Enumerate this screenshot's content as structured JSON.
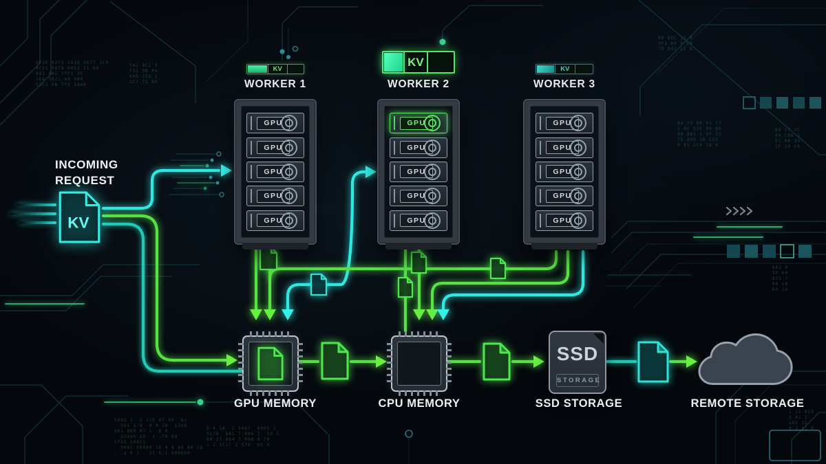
{
  "incoming_request": {
    "line1": "INCOMING",
    "line2": "REQUEST",
    "doc_label": "KV"
  },
  "workers": [
    {
      "name": "WORKER 1",
      "kv_meter": {
        "label": "KV",
        "fill_pct": 36,
        "style": "small-green"
      },
      "gpus": [
        {
          "label": "GPU",
          "highlighted": false
        },
        {
          "label": "GPU",
          "highlighted": false
        },
        {
          "label": "GPU",
          "highlighted": false
        },
        {
          "label": "GPU",
          "highlighted": false
        },
        {
          "label": "GPU",
          "highlighted": false
        }
      ]
    },
    {
      "name": "WORKER 2",
      "kv_meter": {
        "label": "KV",
        "fill_pct": 28,
        "style": "large-green"
      },
      "gpus": [
        {
          "label": "GPU",
          "highlighted": true
        },
        {
          "label": "GPU",
          "highlighted": false
        },
        {
          "label": "GPU",
          "highlighted": false
        },
        {
          "label": "GPU",
          "highlighted": false
        },
        {
          "label": "GPU",
          "highlighted": false
        }
      ]
    },
    {
      "name": "WORKER 3",
      "kv_meter": {
        "label": "KV",
        "fill_pct": 33,
        "style": "small-teal"
      },
      "gpus": [
        {
          "label": "GPU",
          "highlighted": false
        },
        {
          "label": "GPU",
          "highlighted": false
        },
        {
          "label": "GPU",
          "highlighted": false
        },
        {
          "label": "GPU",
          "highlighted": false
        },
        {
          "label": "GPU",
          "highlighted": false
        }
      ]
    }
  ],
  "memory_tiers": {
    "gpu_memory": {
      "label": "GPU MEMORY"
    },
    "cpu_memory": {
      "label": "CPU MEMORY"
    },
    "ssd_storage": {
      "label": "SSD STORAGE",
      "icon_title": "SSD",
      "icon_subtitle": "STORAGE"
    },
    "remote_storage": {
      "label": "REMOTE STORAGE"
    }
  },
  "colors": {
    "background": "#05090e",
    "neon_green": "#58e144",
    "neon_cyan": "#2ee9e2",
    "teal_line": "#1fc9b4",
    "highlight_green": "#5ce465",
    "meter_teal": "#3fd9cb",
    "label_white": "#eef1f3"
  },
  "decor": {
    "code_blocks": [
      [
        "0F1E 92C3 5A1B 0E77 1C9",
        "4C21 887A D0E3 11 08",
        "9B3 0A2 77F1 3C",
        "1E0 5D21 A9 004",
        "52C1 0B 77E 19A0"
      ],
      [
        "7A2 0C1 9",
        "F31 9B 04",
        "04D 2E8 1",
        "1C7 55 B0"
      ],
      [
        "0B 88C 12 0",
        "3F1 A0 9 C4",
        "7D 041 C2 8"
      ],
      [
        "A4 10 B8 01 77",
        "1 0C 52E 99 D0",
        "40 8A1 3 0F 21",
        "7E 003 1B C55",
        "0 91 2C4 18 A"
      ],
      [
        "B0 17 2C",
        "04 C88 1",
        "51 0A 93",
        "1F 20 C0"
      ],
      [
        "1001 1  2 11E 07 50  82",
        "  501 1:8  0 4 18  1208",
        "901 800 07 1  8 0",
        "  p20ab 29  1 :70 80",
        "1701 20811",
        "  0901 50084 18 9 4 80 00 18",
        ", ,a 0 1   27 0:1 000009"
      ],
      [
        "8 4 1A  2 0487  0901 1",
        "017B  881 7 004 2  50 1",
        "80 27 084 7 098 8 70",
        "1 2 1(1) 1 570  91 0"
      ],
      [
        "1 11 010",
        "8 41 2",
        "206 11",
        "0 1 11 8"
      ],
      [
        "0A1 9",
        "1F 04",
        "B21 7",
        "09 C0",
        "D4 18"
      ]
    ]
  }
}
